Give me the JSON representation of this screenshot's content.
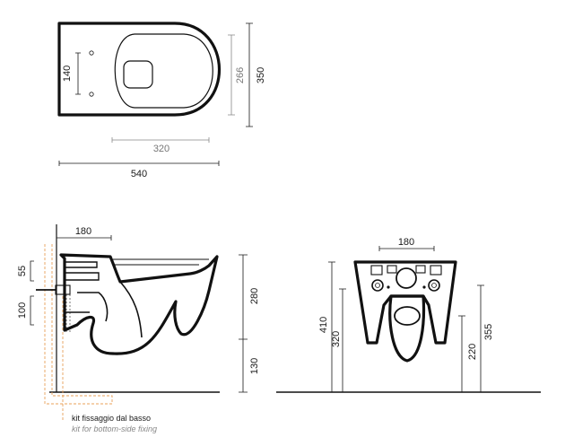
{
  "top_view": {
    "dim_140": "140",
    "dim_266": "266",
    "dim_350": "350",
    "dim_320": "320",
    "dim_540": "540"
  },
  "side_view": {
    "dim_180": "180",
    "dim_55": "55",
    "dim_100": "100",
    "dim_280": "280",
    "dim_130": "130",
    "kit_label_it": "kit fissaggio dal basso",
    "kit_label_en": "kit for bottom-side fixing"
  },
  "front_view": {
    "dim_180": "180",
    "dim_410": "410",
    "dim_320": "320",
    "dim_220": "220",
    "dim_355": "355"
  },
  "colors": {
    "line": "#111111",
    "grey_dimension": "#777777",
    "kit_highlight": "#e8a05a"
  }
}
